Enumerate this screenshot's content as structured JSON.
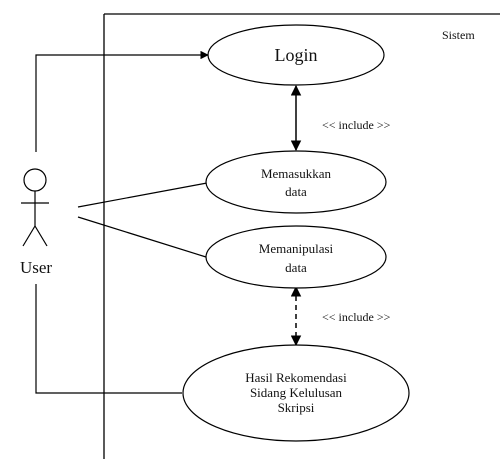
{
  "system": {
    "label": "Sistem"
  },
  "actor": {
    "label": "User"
  },
  "use_cases": {
    "login": [
      "Login"
    ],
    "input_data": [
      "Memasukkan",
      "data"
    ],
    "manipulate_data": [
      "Memanipulasi",
      "data"
    ],
    "recommendation": [
      "Hasil Rekomendasi",
      "Sidang Kelulusan",
      "Skripsi"
    ]
  },
  "relations": {
    "include_1": "<< include >>",
    "include_2": "<< include >>"
  }
}
